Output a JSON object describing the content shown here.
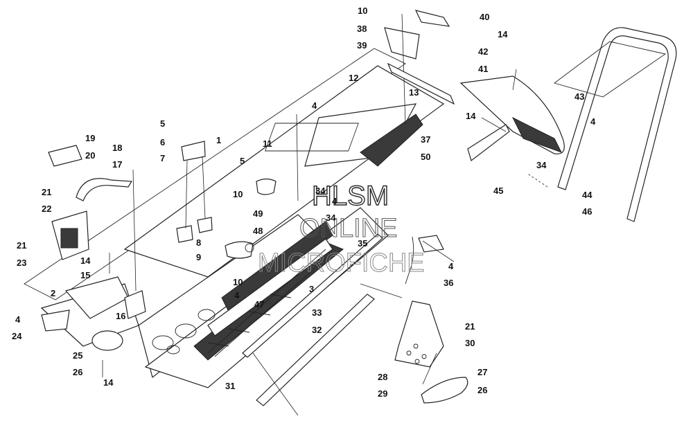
{
  "callouts": [
    "1",
    "2",
    "3",
    "4",
    "5",
    "6",
    "7",
    "8",
    "9",
    "10",
    "11",
    "12",
    "13",
    "14",
    "15",
    "16",
    "17",
    "18",
    "19",
    "20",
    "21",
    "22",
    "23",
    "24",
    "25",
    "26",
    "27",
    "28",
    "29",
    "30",
    "31",
    "32",
    "33",
    "34",
    "35",
    "36",
    "37",
    "38",
    "39",
    "40",
    "41",
    "42",
    "43",
    "44",
    "45",
    "46",
    "47",
    "48",
    "49",
    "50"
  ],
  "watermark": {
    "line1": "HLSM",
    "line2": "ONLINE",
    "line3": "MICROFICHE"
  }
}
